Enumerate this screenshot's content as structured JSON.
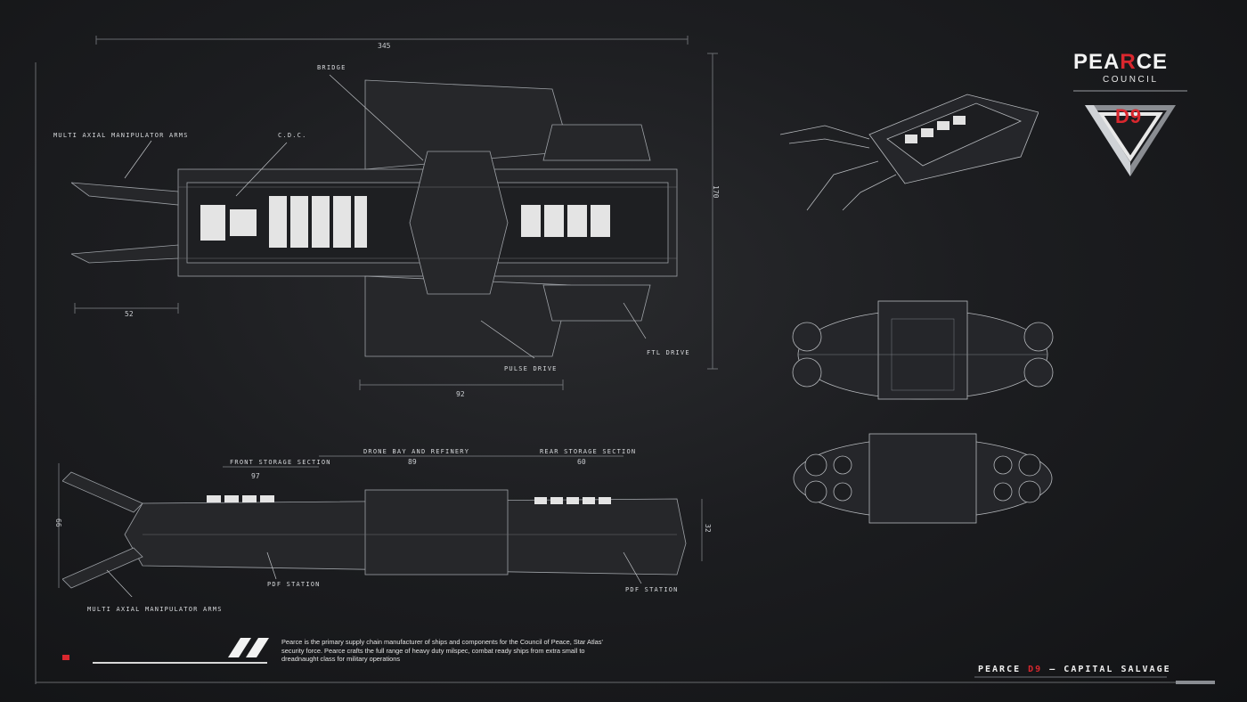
{
  "brand": {
    "name_prefix": "PEA",
    "name_accent": "R",
    "name_suffix": "CE",
    "subtitle": "COUNCIL",
    "emblem_code": "D9",
    "accent_color": "#d9272e"
  },
  "top_view": {
    "overall_length": "345",
    "overall_width": "170",
    "left_section": "52",
    "center_section": "92",
    "labels": {
      "bridge": "BRIDGE",
      "cdc": "C.D.C.",
      "arms": "MULTI AXIAL MANIPULATOR ARMS",
      "ftl": "FTL DRIVE",
      "pulse": "PULSE DRIVE"
    }
  },
  "side_view": {
    "front_storage_label": "FRONT STORAGE SECTION",
    "front_storage_value": "97",
    "drone_bay_label": "DRONE BAY AND REFINERY",
    "drone_bay_value": "89",
    "rear_storage_label": "REAR STORAGE SECTION",
    "rear_storage_value": "60",
    "height_left": "66",
    "height_right": "32",
    "pdf_station_1": "PDF STATION",
    "pdf_station_2": "PDF STATION",
    "arms": "MULTI AXIAL MANIPULATOR ARMS"
  },
  "description": "Pearce is the primary supply chain manufacturer of ships and components for the Council of Peace, Star Atlas' security force. Pearce crafts the full range of heavy duty milspec, combat ready ships from extra small to dreadnaught class for military operations",
  "footer": {
    "brand": "PEARCE",
    "code": "D9",
    "separator": "–",
    "ship_class": "CAPITAL SALVAGE"
  }
}
